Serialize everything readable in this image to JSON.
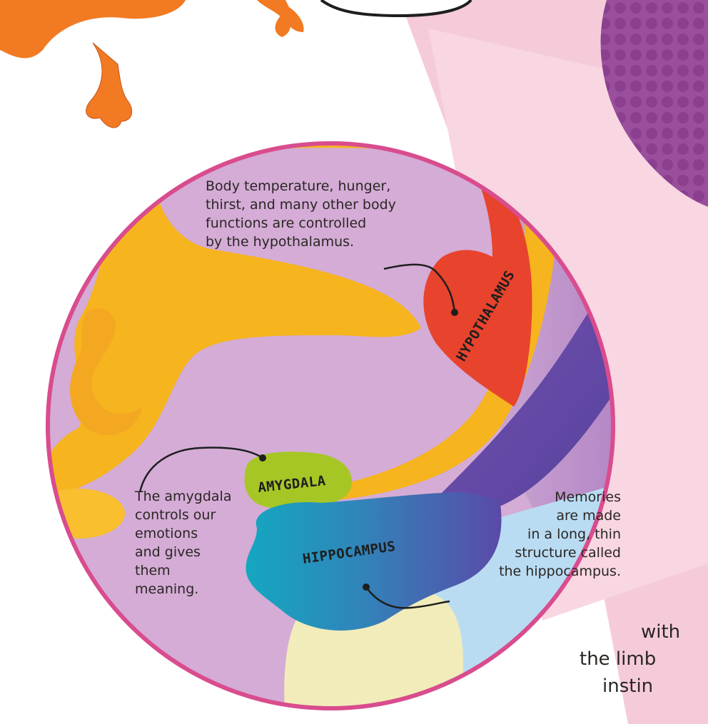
{
  "diagram": {
    "labels": {
      "hypothalamus": "HYPOTHALAMUS",
      "amygdala": "AMYGDALA",
      "hippocampus": "HIPPOCAMPUS"
    },
    "captions": {
      "hypothalamus": "Body temperature, hunger,\nthirst, and many other body\nfunctions are controlled\nby the hypothalamus.",
      "amygdala": "The amygdala\ncontrols our\nemotions\nand gives\nthem meaning.",
      "hippocampus": "Memories\nare made\nin a long, thin\nstructure called\nthe hippocampus."
    }
  },
  "page": {
    "cut_text": "with\nthe limb\ninstin"
  },
  "colors": {
    "background_circle": "#d4acd6",
    "rim": "#d94c8e",
    "fornix": "#f6b41e",
    "hypothalamus": "#e8432c",
    "amygdala": "#a6c625",
    "hippocampus": "#2f92c0",
    "brainstem_violet": "#6a4aa8",
    "light_blue": "#b9dcf3",
    "pale_yellow": "#f2ecbb",
    "pink_bg": "#f5cbda",
    "mascot": "#f27a23"
  }
}
